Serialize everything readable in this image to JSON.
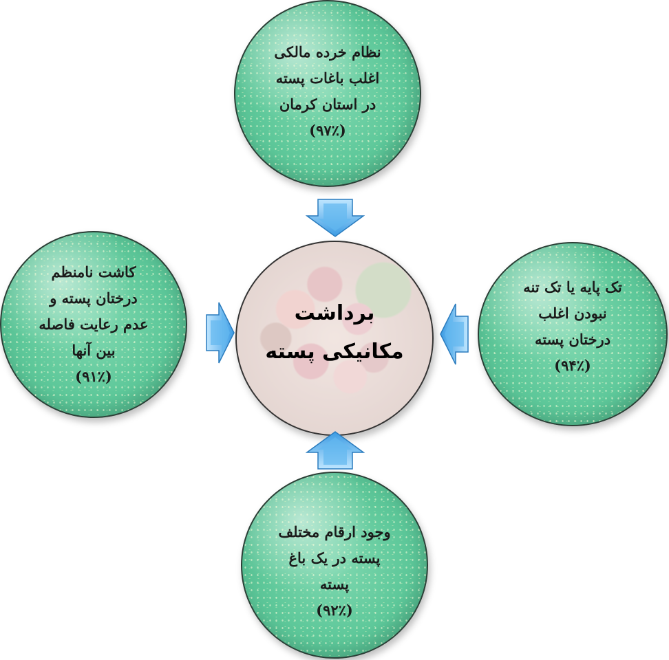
{
  "center": {
    "lines": [
      "برداشت",
      "مکانیکی پسته"
    ]
  },
  "top": {
    "lines": [
      "نظام خرده مالکی",
      "اغلب باغات پسته",
      "در استان کرمان",
      "(۹۷٪)"
    ]
  },
  "left": {
    "lines": [
      "کاشت نامنظم",
      "درختان پسته و",
      "عدم رعایت فاصله",
      "بین آنها",
      "(۹۱٪)"
    ]
  },
  "right": {
    "lines": [
      "تک پایه یا تک تنه",
      "نبودن اغلب",
      "درختان پسته",
      "(۹۴٪)"
    ]
  },
  "bottom": {
    "lines": [
      "وجود ارقام مختلف",
      "پسته در یک باغ",
      "پسته",
      "(۹۲٪)"
    ]
  },
  "colors": {
    "circle_fill": "#5ec89a",
    "arrow_fill": "#4aa8e8",
    "arrow_highlight": "#bfe6ff"
  }
}
